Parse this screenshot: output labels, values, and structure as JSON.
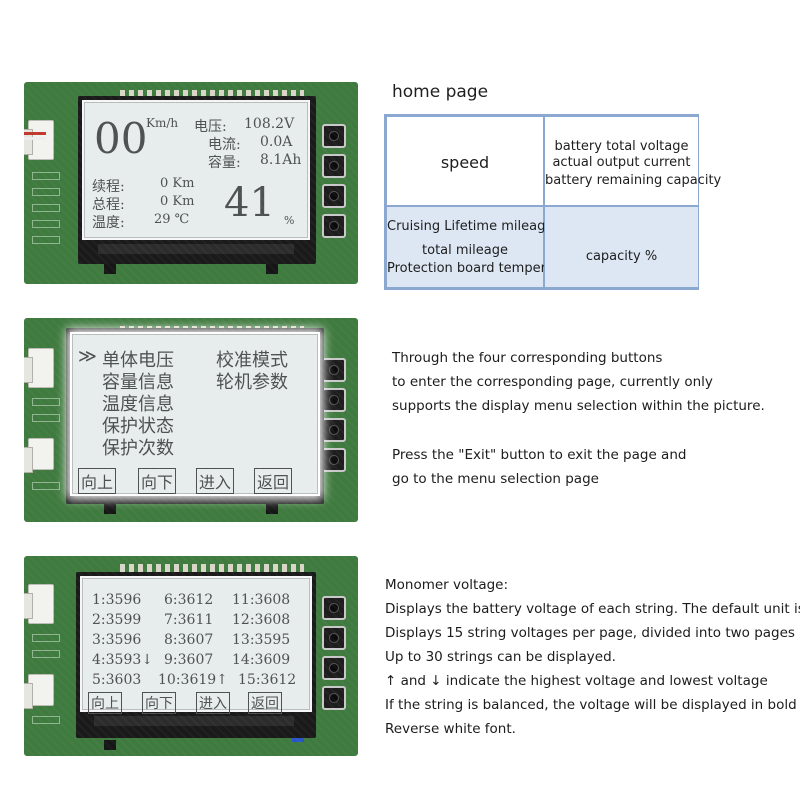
{
  "screen1": {
    "speed": "00",
    "speed_unit": "Km/h",
    "voltage_label": "电压:",
    "voltage": "108.2V",
    "current_label": "电流:",
    "current": "0.0A",
    "capacity_label": "容量:",
    "capacity": "8.1Ah",
    "cruise_label": "续程:",
    "cruise": "0 Km",
    "total_label": "总程:",
    "total": "0 Km",
    "temp_label": "温度:",
    "temp": "29 ℃",
    "percent": "41",
    "percent_unit": "%"
  },
  "screen2": {
    "arrow": "≫",
    "menu_left": [
      "单体电压",
      "容量信息",
      "温度信息",
      "保护状态",
      "保护次数"
    ],
    "menu_right": [
      "校准模式",
      "轮机参数"
    ],
    "softkeys": [
      "向上",
      "向下",
      "进入",
      "返回"
    ]
  },
  "screen3": {
    "rows": [
      [
        "1:3596",
        "6:3612",
        "11:3608"
      ],
      [
        "2:3599",
        "7:3611",
        "12:3608"
      ],
      [
        "3:3596",
        "8:3607",
        "13:3595"
      ],
      [
        "4:3593↓",
        "9:3607",
        "14:3609"
      ],
      [
        "5:3603",
        "10:3619↑",
        "15:3612"
      ]
    ],
    "softkeys": [
      "向上",
      "向下",
      "进入",
      "返回"
    ]
  },
  "home": {
    "title": "home page",
    "speed_cell": "speed",
    "top_right": [
      "battery total voltage",
      "actual output current",
      "battery  remaining capacity"
    ],
    "bottom_left": [
      "Cruising Lifetime mileage",
      "total mileage",
      "Protection board temperature"
    ],
    "bottom_right": "capacity %"
  },
  "menu_desc": [
    "Through the four corresponding buttons",
    "to enter the corresponding page, currently only",
    "supports the display menu selection within the picture."
  ],
  "exit_desc": [
    "Press the \"Exit\" button to exit the page and",
    "go to the menu selection page"
  ],
  "monomer_desc": [
    "Monomer voltage:",
    "Displays the battery voltage of each string. The default unit is mV.",
    "Displays 15 string voltages per page, divided into two pages",
    "Up to 30 strings can be displayed.",
    " ↑ and ↓ indicate the highest voltage and lowest voltage",
    "If the string is balanced, the voltage will be displayed in bold",
    "Reverse white font."
  ],
  "colors": {
    "pcb": "#3f7a3f",
    "lcd_bg": "#e7ecec",
    "lcd_text": "#4d5150",
    "table_border": "#8aa8d0",
    "table_bottom_fill": "#dde6f3"
  }
}
